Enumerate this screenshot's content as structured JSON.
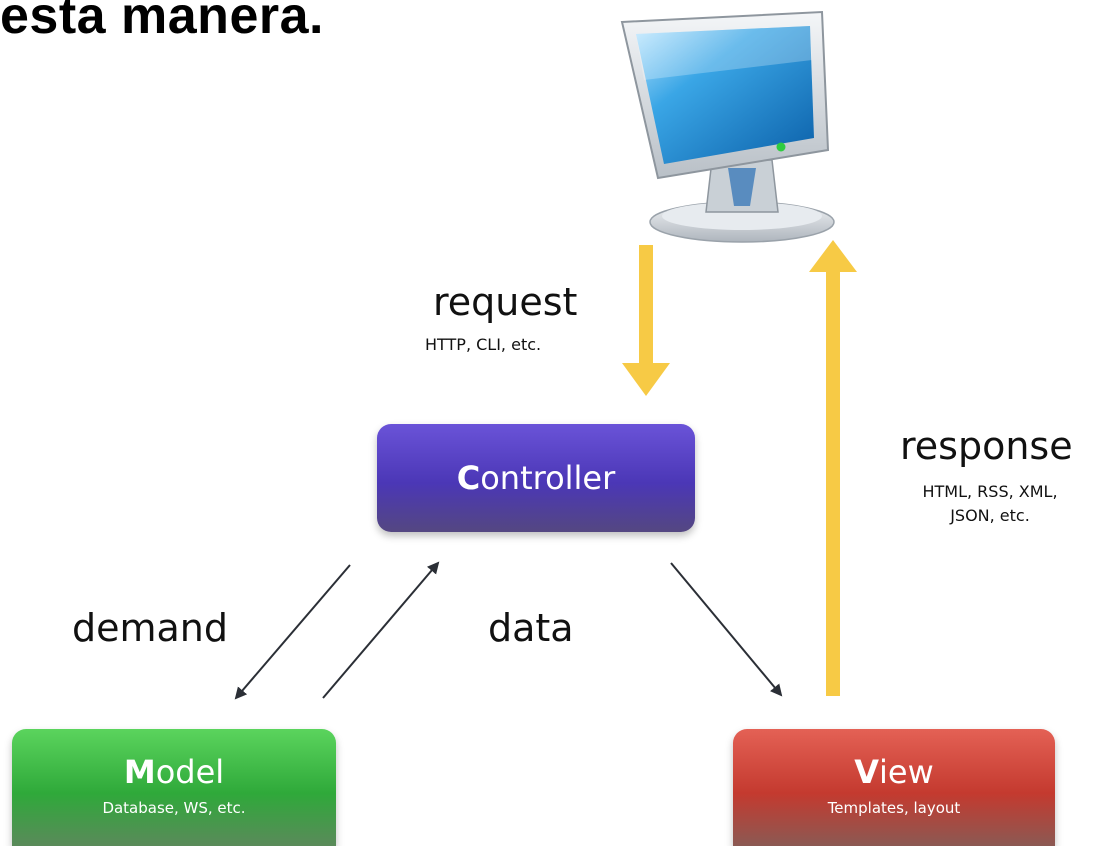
{
  "heading": "esta manera.",
  "request": {
    "label": "request",
    "detail": "HTTP, CLI, etc."
  },
  "response": {
    "label": "response",
    "detail_line1": "HTML, RSS, XML,",
    "detail_line2": "JSON, etc."
  },
  "controller": {
    "initial": "C",
    "rest": "ontroller"
  },
  "model": {
    "initial": "M",
    "rest": "odel",
    "subtitle": "Database, WS, etc."
  },
  "view": {
    "initial": "V",
    "rest": "iew",
    "subtitle": "Templates, layout"
  },
  "demand_label": "demand",
  "data_label": "data",
  "colors": {
    "arrow_yellow": "#f7ca45",
    "controller": "#5540c8",
    "model": "#3fbf45",
    "view": "#d2463a"
  },
  "icons": [
    "computer-monitor-icon"
  ]
}
